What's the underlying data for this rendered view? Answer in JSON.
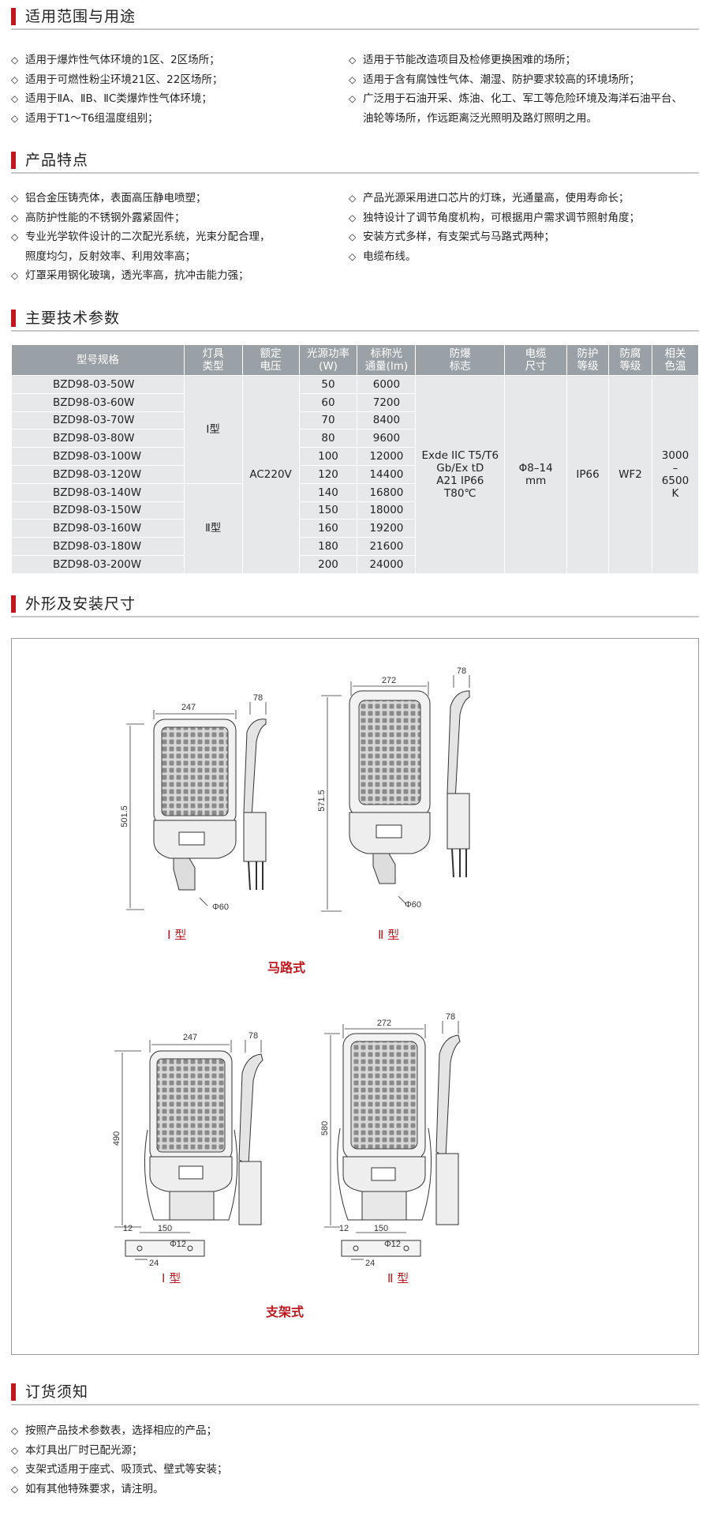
{
  "sections": {
    "scope": {
      "title": "适用范围与用途",
      "left": [
        "适用于爆炸性气体环境的1区、2区场所；",
        "适用于可燃性粉尘环境21区、22区场所；",
        "适用于ⅡA、ⅡB、ⅡC类爆炸性气体环境；",
        "适用于T1～T6组温度组别；"
      ],
      "right": [
        "适用于节能改造项目及检修更换困难的场所；",
        "适用于含有腐蚀性气体、潮湿、防护要求较高的环境场所；",
        "广泛用于石油开采、炼油、化工、军工等危险环境及海洋石油平台、",
        "油轮等场所，作远距离泛光照明及路灯照明之用。"
      ]
    },
    "features": {
      "title": "产品特点",
      "left": [
        "铝合金压铸壳体，表面高压静电喷塑；",
        "高防护性能的不锈钢外露紧固件；",
        "专业光学软件设计的二次配光系统，光束分配合理，",
        "照度均匀，反射效率、利用效率高；",
        "灯罩采用钢化玻璃，透光率高，抗冲击能力强；"
      ],
      "right": [
        "产品光源采用进口芯片的灯珠，光通量高，使用寿命长；",
        "独特设计了调节角度机构，可根据用户需求调节照射角度；",
        "安装方式多样，有支架式与马路式两种；",
        "电缆布线。"
      ]
    },
    "params": {
      "title": "主要技术参数",
      "headers": [
        "型号规格",
        "灯具\n类型",
        "额定\n电压",
        "光源功率\n(W)",
        "标称光\n通量(lm)",
        "防爆\n标志",
        "电缆\n尺寸",
        "防护\n等级",
        "防腐\n等级",
        "相关\n色温"
      ],
      "rows": [
        {
          "model": "BZD98-03-50W",
          "power": "50",
          "flux": "6000"
        },
        {
          "model": "BZD98-03-60W",
          "power": "60",
          "flux": "7200"
        },
        {
          "model": "BZD98-03-70W",
          "power": "70",
          "flux": "8400"
        },
        {
          "model": "BZD98-03-80W",
          "power": "80",
          "flux": "9600"
        },
        {
          "model": "BZD98-03-100W",
          "power": "100",
          "flux": "12000"
        },
        {
          "model": "BZD98-03-120W",
          "power": "120",
          "flux": "14400"
        },
        {
          "model": "BZD98-03-140W",
          "power": "140",
          "flux": "16800"
        },
        {
          "model": "BZD98-03-150W",
          "power": "150",
          "flux": "18000"
        },
        {
          "model": "BZD98-03-160W",
          "power": "160",
          "flux": "19200"
        },
        {
          "model": "BZD98-03-180W",
          "power": "180",
          "flux": "21600"
        },
        {
          "model": "BZD98-03-200W",
          "power": "200",
          "flux": "24000"
        }
      ],
      "type1": "Ⅰ型",
      "type2": "Ⅱ型",
      "voltage": "AC220V",
      "ex_mark": [
        "Exde IIC T5/T6",
        "Gb/Ex tD",
        "A21 IP66",
        "T80℃"
      ],
      "cable": [
        "Φ8–14",
        "mm"
      ],
      "ip": "IP66",
      "anticorrosion": "WF2",
      "cct": [
        "3000",
        "–",
        "6500",
        "K"
      ]
    },
    "dimensions": {
      "title": "外形及安装尺寸",
      "road_caption": "马路式",
      "bracket_caption": "支架式",
      "type1": "Ⅰ 型",
      "type2": "Ⅱ 型",
      "d247": "247",
      "d272": "272",
      "d78": "78",
      "d501": "501.5",
      "d571": "571.5",
      "d490": "490",
      "d580": "580",
      "d60": "Φ60",
      "d150": "150",
      "d12": "12",
      "dphi12": "Φ12",
      "d24": "24"
    },
    "order": {
      "title": "订货须知",
      "items": [
        "按照产品技术参数表，选择相应的产品；",
        "本灯具出厂时已配光源；",
        "支架式适用于座式、吸顶式、壁式等安装；",
        "如有其他特殊要求，请注明。"
      ]
    }
  },
  "colors": {
    "accent": "#c0181e",
    "table_header": "#9aa1a6",
    "table_cell": "#e7e8e9"
  },
  "icons": {
    "bullet": "diamond-icon"
  }
}
